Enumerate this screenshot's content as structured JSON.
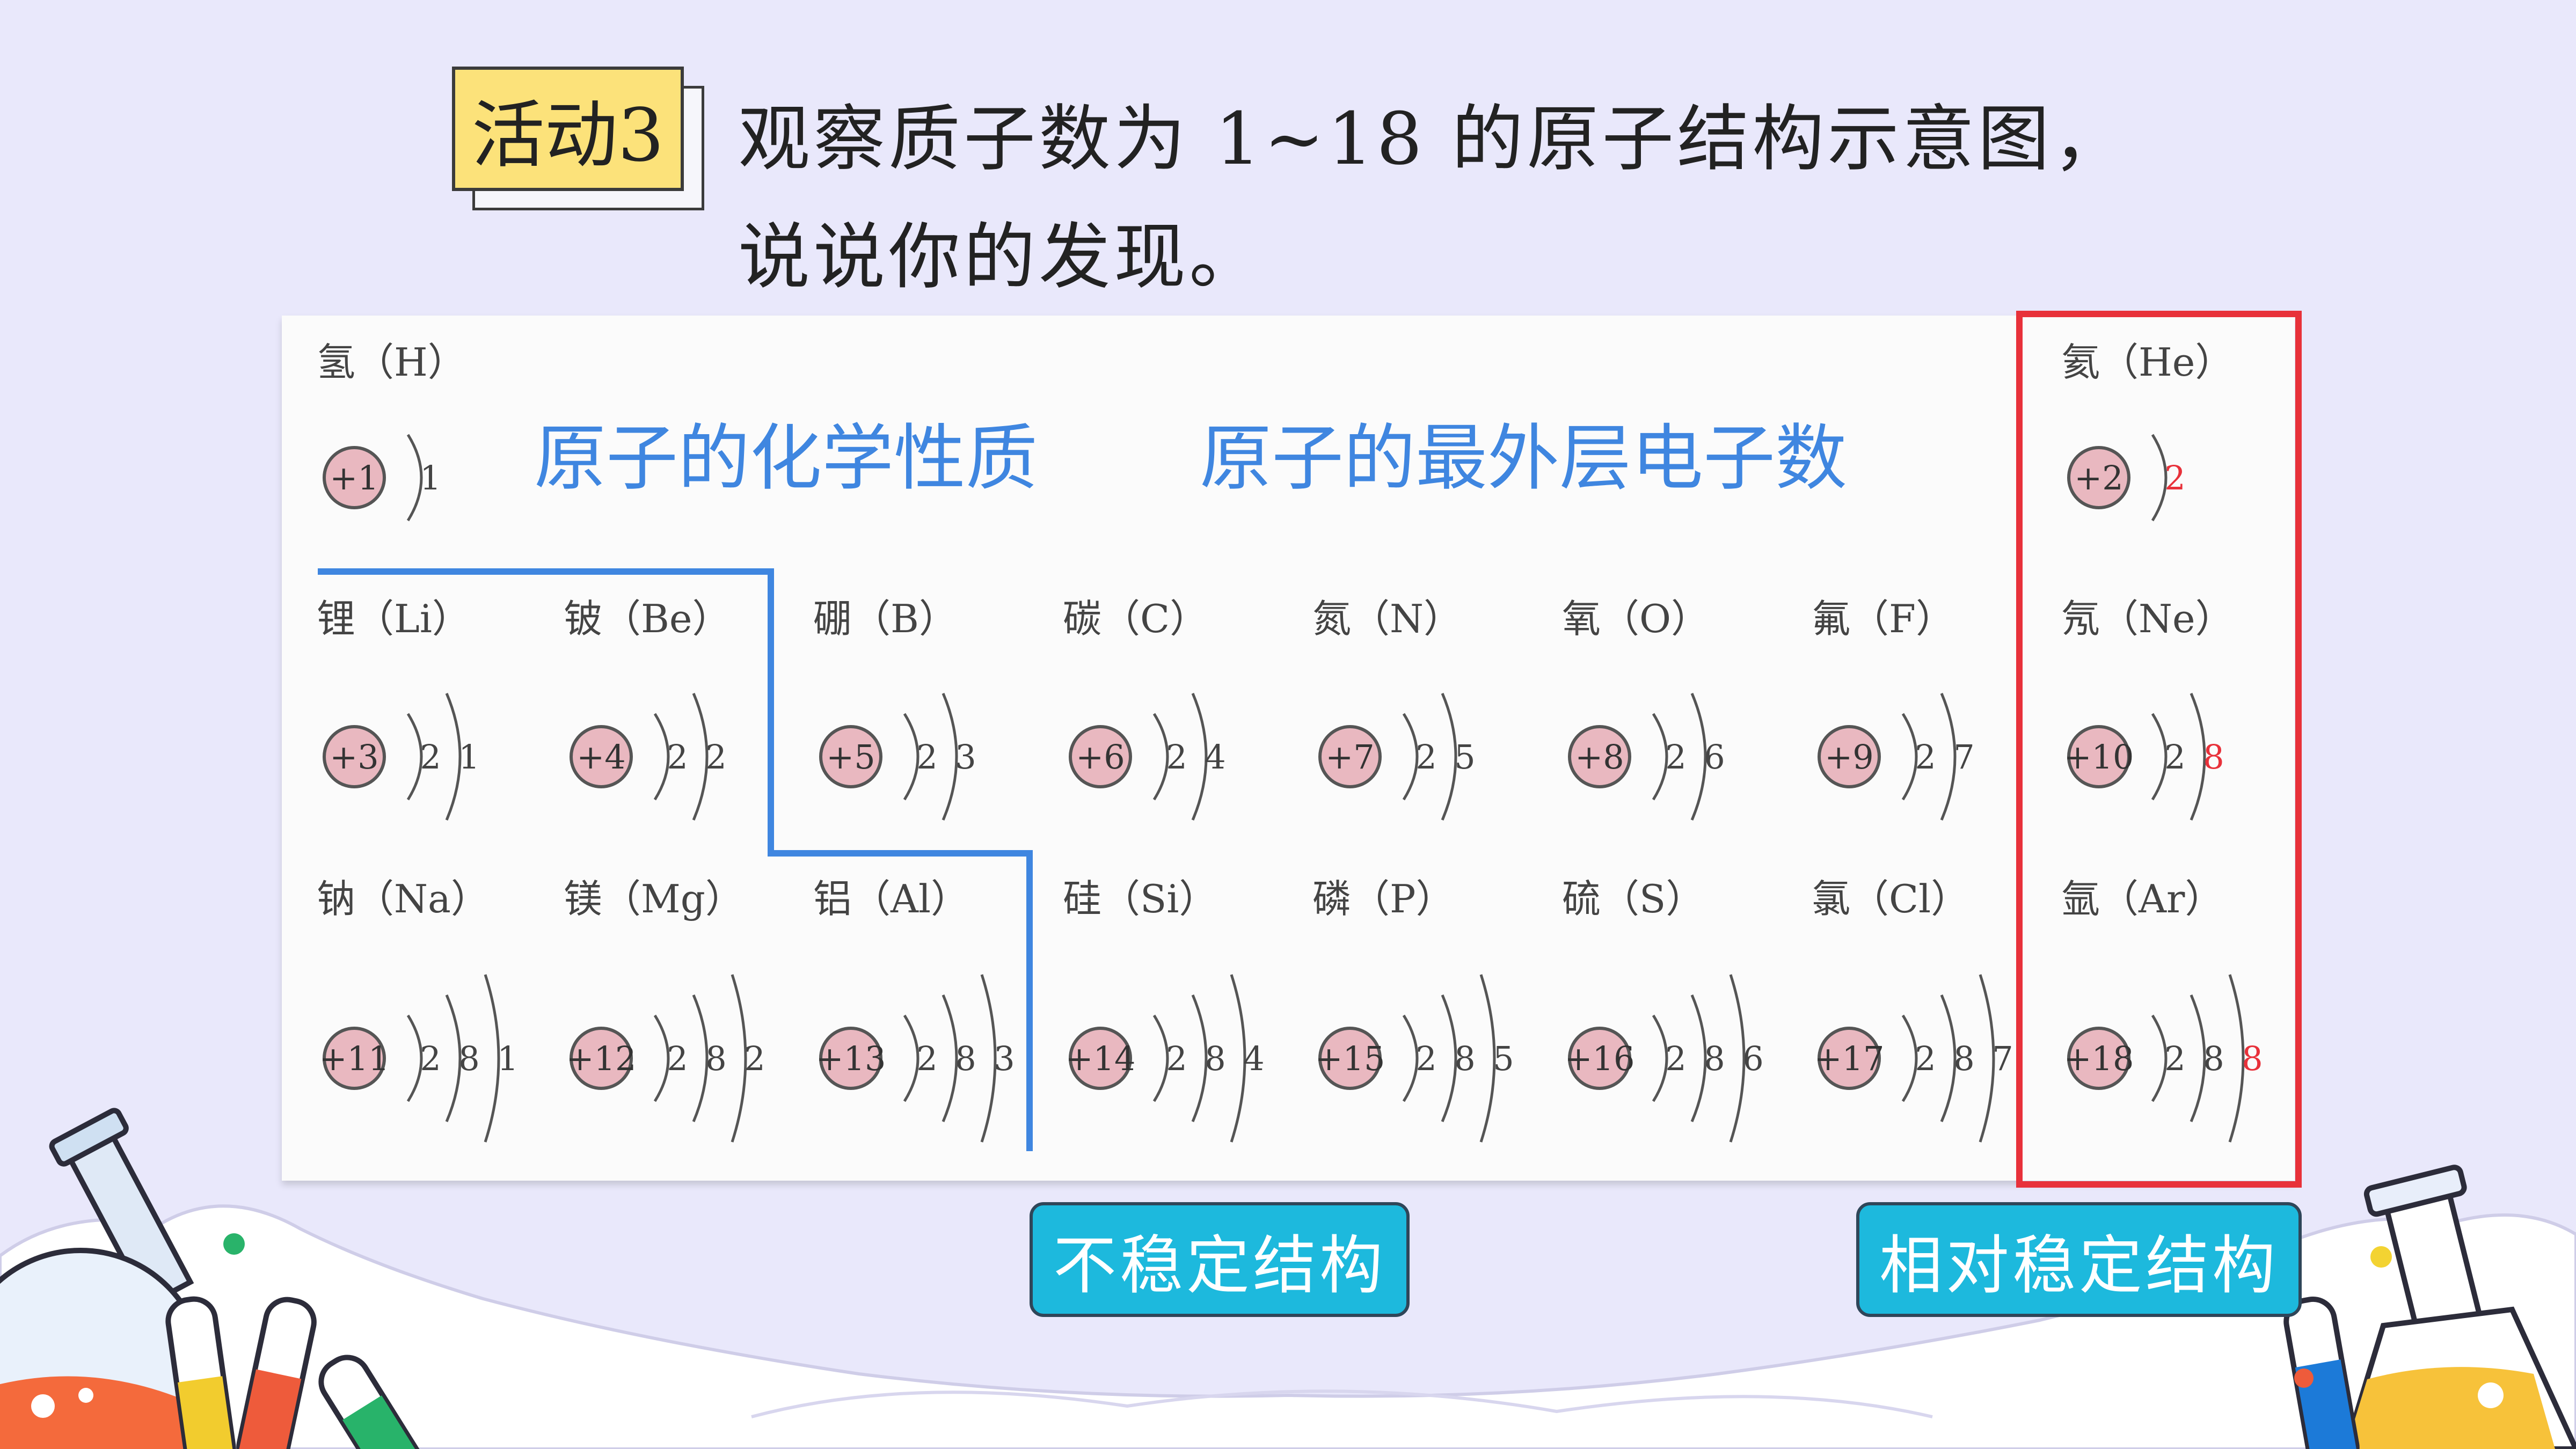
{
  "activity": {
    "badge": "活动3",
    "line1": "观察质子数为 1~18 的原子结构示意图，",
    "line2": "说说你的发现。"
  },
  "overlay": {
    "property_label": "原子的化学性质",
    "outer_label": "原子的最外层电子数"
  },
  "buttons": {
    "unstable": "不稳定结构",
    "stable": "相对稳定结构"
  },
  "colors": {
    "accent_blue": "#3f86e0",
    "highlight_red": "#e8313a",
    "button_cyan": "#1db9dd",
    "badge_yellow": "#fce27a",
    "background": "#e9e8fb"
  },
  "atoms": [
    {
      "name": "氢",
      "symbol": "H",
      "label": "氢（H）",
      "nucleus": "+1",
      "shells": [
        "1"
      ]
    },
    {
      "name": "氦",
      "symbol": "He",
      "label": "氦（He）",
      "nucleus": "+2",
      "shells": [
        "2"
      ],
      "red": true
    },
    {
      "name": "锂",
      "symbol": "Li",
      "label": "锂（Li）",
      "nucleus": "+3",
      "shells": [
        "2",
        "1"
      ]
    },
    {
      "name": "铍",
      "symbol": "Be",
      "label": "铍（Be）",
      "nucleus": "+4",
      "shells": [
        "2",
        "2"
      ]
    },
    {
      "name": "硼",
      "symbol": "B",
      "label": "硼（B）",
      "nucleus": "+5",
      "shells": [
        "2",
        "3"
      ]
    },
    {
      "name": "碳",
      "symbol": "C",
      "label": "碳（C）",
      "nucleus": "+6",
      "shells": [
        "2",
        "4"
      ]
    },
    {
      "name": "氮",
      "symbol": "N",
      "label": "氮（N）",
      "nucleus": "+7",
      "shells": [
        "2",
        "5"
      ]
    },
    {
      "name": "氧",
      "symbol": "O",
      "label": "氧（O）",
      "nucleus": "+8",
      "shells": [
        "2",
        "6"
      ]
    },
    {
      "name": "氟",
      "symbol": "F",
      "label": "氟（F）",
      "nucleus": "+9",
      "shells": [
        "2",
        "7"
      ]
    },
    {
      "name": "氖",
      "symbol": "Ne",
      "label": "氖（Ne）",
      "nucleus": "+10",
      "shells": [
        "2",
        "8"
      ],
      "red": true
    },
    {
      "name": "钠",
      "symbol": "Na",
      "label": "钠（Na）",
      "nucleus": "+11",
      "shells": [
        "2",
        "8",
        "1"
      ]
    },
    {
      "name": "镁",
      "symbol": "Mg",
      "label": "镁（Mg）",
      "nucleus": "+12",
      "shells": [
        "2",
        "8",
        "2"
      ]
    },
    {
      "name": "铝",
      "symbol": "Al",
      "label": "铝（Al）",
      "nucleus": "+13",
      "shells": [
        "2",
        "8",
        "3"
      ]
    },
    {
      "name": "硅",
      "symbol": "Si",
      "label": "硅（Si）",
      "nucleus": "+14",
      "shells": [
        "2",
        "8",
        "4"
      ]
    },
    {
      "name": "磷",
      "symbol": "P",
      "label": "磷（P）",
      "nucleus": "+15",
      "shells": [
        "2",
        "8",
        "5"
      ]
    },
    {
      "name": "硫",
      "symbol": "S",
      "label": "硫（S）",
      "nucleus": "+16",
      "shells": [
        "2",
        "8",
        "6"
      ]
    },
    {
      "name": "氯",
      "symbol": "Cl",
      "label": "氯（Cl）",
      "nucleus": "+17",
      "shells": [
        "2",
        "8",
        "7"
      ]
    },
    {
      "name": "氩",
      "symbol": "Ar",
      "label": "氩（Ar）",
      "nucleus": "+18",
      "shells": [
        "2",
        "8",
        "8"
      ],
      "red": true
    }
  ]
}
